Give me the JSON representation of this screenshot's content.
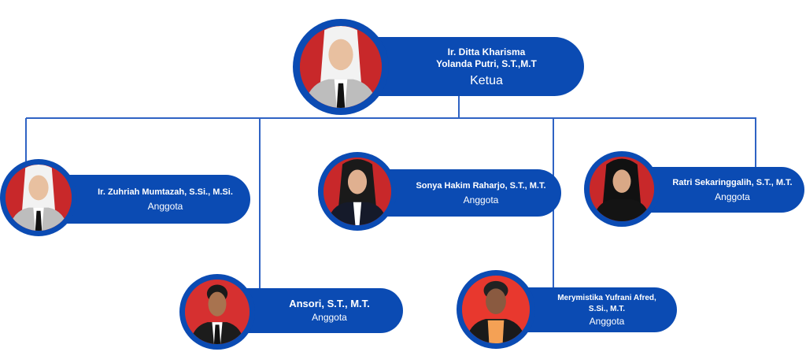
{
  "members": [
    {
      "name_line1": "Ir. Ditta Kharisma",
      "name_line2": "Yolanda Putri, S.T.,M.T",
      "role": "Ketua"
    },
    {
      "name": "Ir. Zuhriah Mumtazah, S.Si., M.Si.",
      "role": "Anggota"
    },
    {
      "name": "Ansori, S.T., M.T.",
      "role": "Anggota"
    },
    {
      "name": "Sonya Hakim Raharjo, S.T., M.T.",
      "role": "Anggota"
    },
    {
      "name_line1": "Merymistika Yufrani Afred,",
      "name_line2": "S.Si., M.T.",
      "role": "Anggota"
    },
    {
      "name": "Ratri Sekaringgalih, S.T., M.T.",
      "role": "Anggota"
    }
  ],
  "colors": {
    "primary": "#0b4bb3",
    "photo_bg": "#c8282a"
  }
}
